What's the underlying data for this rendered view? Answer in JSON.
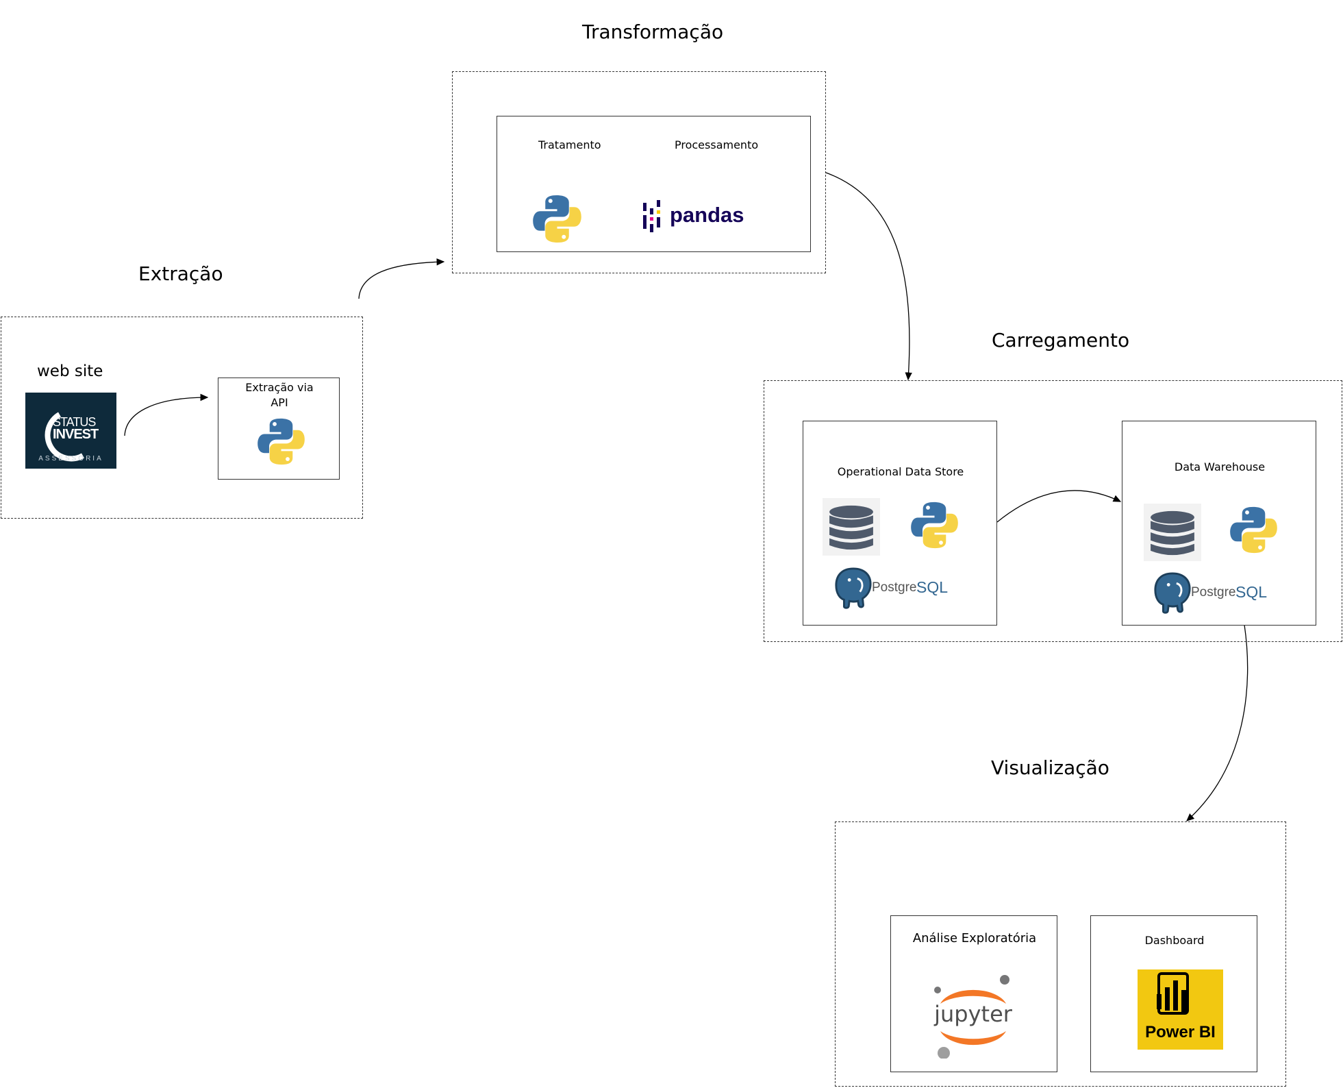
{
  "sections": {
    "extracao": "Extração",
    "transformacao": "Transformação",
    "carregamento": "Carregamento",
    "visualizacao": "Visualização"
  },
  "extracao": {
    "website_label": "web site",
    "statusinvest_logo": {
      "line1": "STATUS",
      "line2": "INVEST",
      "line3": "ASSESSORIA"
    },
    "api_card": {
      "label_line1": "Extração via",
      "label_line2": "API"
    }
  },
  "transformacao": {
    "tratamento": "Tratamento",
    "processamento": "Processamento",
    "pandas_logo": "pandas"
  },
  "carregamento": {
    "ods": "Operational Data Store",
    "dw": "Data Warehouse",
    "postgres_logo_a": "Postgre",
    "postgres_logo_b": "SQL"
  },
  "visualizacao": {
    "analise": "Análise Exploratória",
    "dashboard": "Dashboard",
    "jupyter_logo": "jupyter",
    "powerbi_logo": "Power BI"
  },
  "icons": [
    "python-icon",
    "pandas-logo",
    "database-icon",
    "postgresql-logo",
    "jupyter-logo",
    "powerbi-logo",
    "statusinvest-logo"
  ],
  "colors": {
    "python_blue": "#3b72a6",
    "python_yellow": "#f6d246",
    "pandas_navy": "#150458",
    "db_gray": "#4f5a6b",
    "jupyter_orange": "#f37726",
    "powerbi_yellow": "#f2c811",
    "statusinvest_bg": "#0e2a3b"
  }
}
